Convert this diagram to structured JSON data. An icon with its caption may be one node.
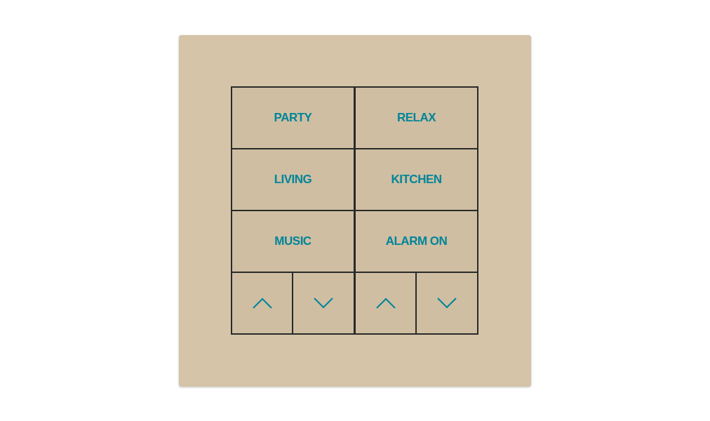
{
  "diagram": {
    "nodes": [
      {
        "text": [],
        "shape": "box"
      },
      {
        "text": [
          "PARTY"
        ],
        "in": 0
      },
      {
        "text": [
          "RELAX"
        ],
        "in": 0
      },
      {
        "text": [
          "LIVING"
        ],
        "in": 0
      },
      {
        "text": [
          "KITCHEN"
        ],
        "in": 0
      },
      {
        "text": [
          "MUSIC"
        ],
        "in": 0
      },
      {
        "text": [
          "ALARM ON"
        ],
        "in": 0
      },
      {
        "text": [],
        "shape": "box",
        "in": 0
      },
      {
        "text": [],
        "shape": "box",
        "in": 0
      },
      {
        "text": [],
        "shape": "box",
        "in": 0
      },
      {
        "text": [],
        "shape": "box",
        "in": 0
      }
    ]
  }
}
